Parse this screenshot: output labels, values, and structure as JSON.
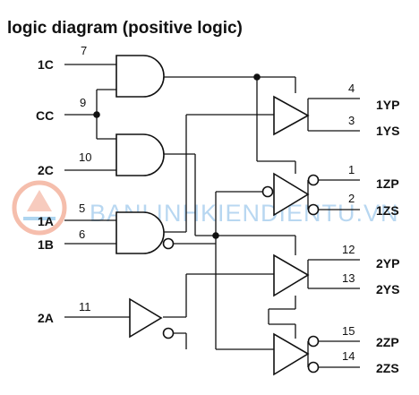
{
  "title": "logic diagram (positive logic)",
  "watermark": "BANLINHKIENDIENTU.VN",
  "inputs": {
    "in_1c": "1C",
    "in_cc": "CC",
    "in_2c": "2C",
    "in_1a": "1A",
    "in_1b": "1B",
    "in_2a": "2A"
  },
  "outputs": {
    "out_1yp": "1YP",
    "out_1ys": "1YS",
    "out_1zp": "1ZP",
    "out_1zs": "1ZS",
    "out_2yp": "2YP",
    "out_2ys": "2YS",
    "out_2zp": "2ZP",
    "out_2zs": "2ZS"
  },
  "pins": {
    "p7": "7",
    "p9": "9",
    "p10": "10",
    "p5": "5",
    "p6": "6",
    "p11": "11",
    "p4": "4",
    "p3": "3",
    "p1": "1",
    "p2": "2",
    "p12": "12",
    "p13": "13",
    "p15": "15",
    "p14": "14"
  }
}
